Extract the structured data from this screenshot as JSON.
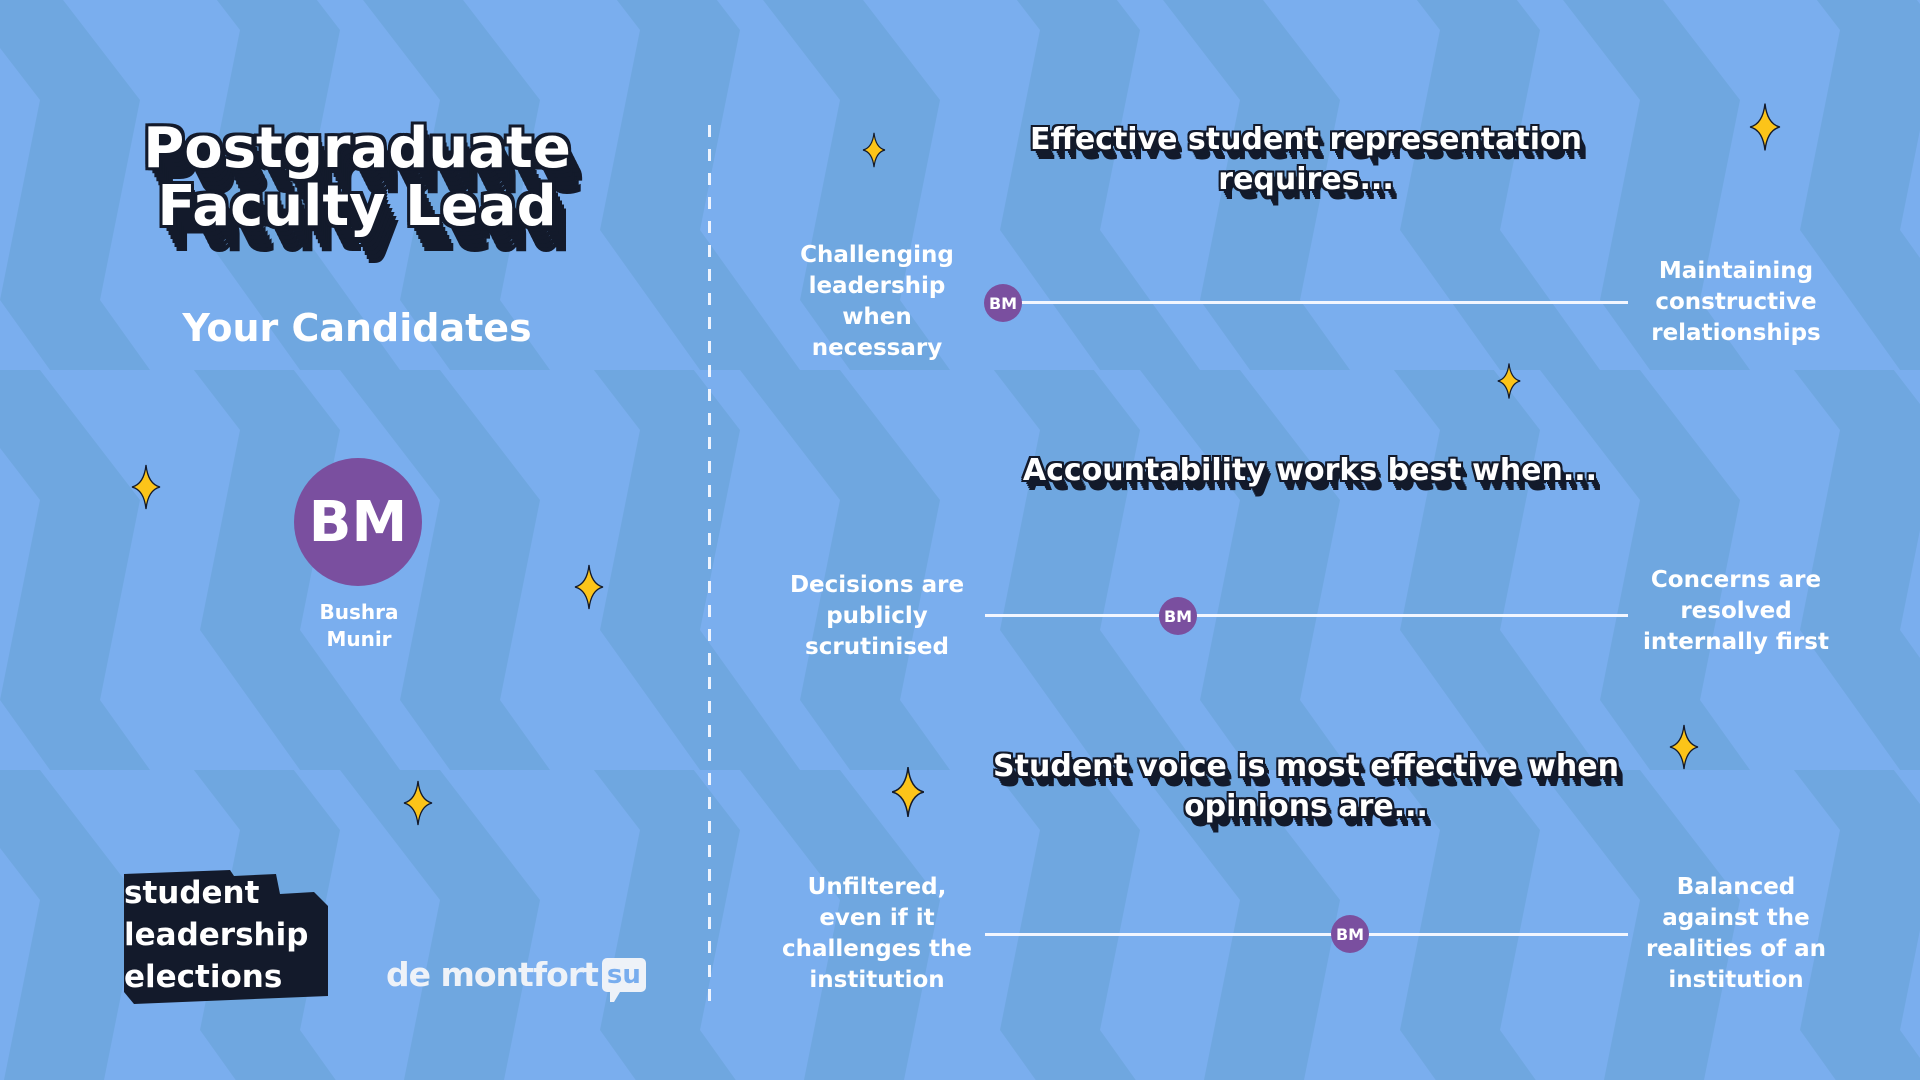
{
  "header": {
    "title_line1": "Postgraduate",
    "title_line2": "Faculty Lead",
    "subtitle": "Your Candidates"
  },
  "candidates": [
    {
      "initials": "BM",
      "name_line1": "Bushra",
      "name_line2": "Munir",
      "color": "#7a4f9f"
    }
  ],
  "questions": [
    {
      "heading_line1": "Effective student representation",
      "heading_line2": "requires...",
      "left_label": [
        "Challenging",
        "leadership",
        "when",
        "necessary"
      ],
      "right_label": [
        "Maintaining",
        "constructive",
        "relationships"
      ],
      "markers": [
        {
          "initials": "BM",
          "position": 0.028
        }
      ]
    },
    {
      "heading_line1": "Accountability works best when...",
      "heading_line2": "",
      "left_label": [
        "Decisions are",
        "publicly",
        "scrutinised"
      ],
      "right_label": [
        "Concerns are",
        "resolved",
        "internally first"
      ],
      "markers": [
        {
          "initials": "BM",
          "position": 0.3
        }
      ]
    },
    {
      "heading_line1": "Student voice is most effective when",
      "heading_line2": "opinions are...",
      "left_label": [
        "Unfiltered,",
        "even if it",
        "challenges the",
        "institution"
      ],
      "right_label": [
        "Balanced",
        "against the",
        "realities of an",
        "institution"
      ],
      "markers": [
        {
          "initials": "BM",
          "position": 0.568
        }
      ]
    }
  ],
  "footer": {
    "campaign_logo": [
      "student",
      "leadership",
      "elections"
    ],
    "org_logo_text": "de montfort",
    "org_logo_badge": "su"
  },
  "colors": {
    "background_light": "#7aaeee",
    "background_dark": "#6fa7e0",
    "outline": "#131a2b",
    "candidate_purple": "#7a4f9f",
    "sparkle": "#fcc419"
  },
  "icons": {
    "sparkle": "four-point-star"
  }
}
